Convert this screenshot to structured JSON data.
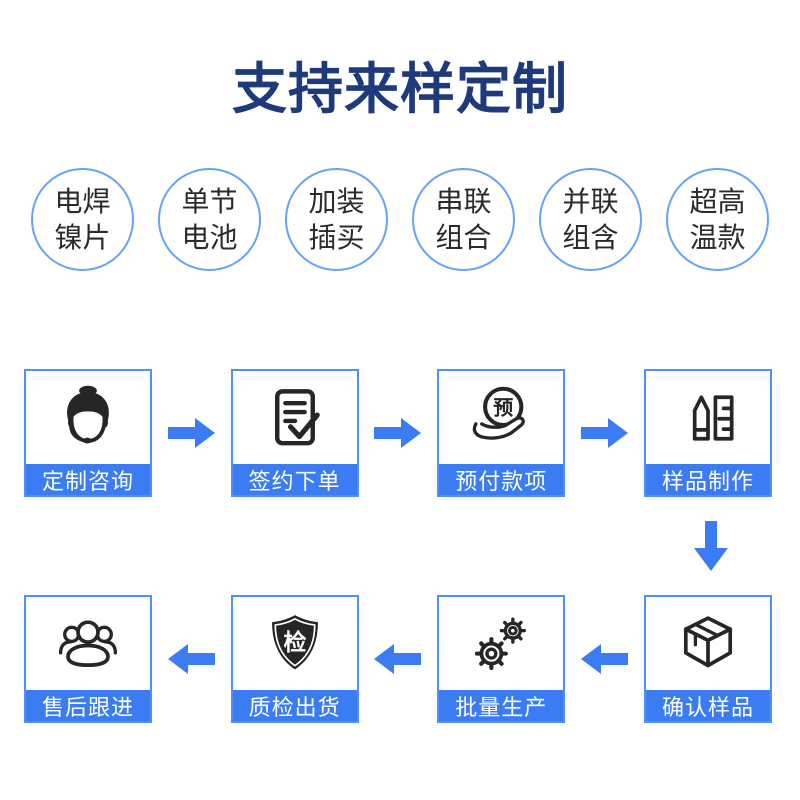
{
  "title": "支持来样定制",
  "colors": {
    "accent": "#3b7cf2",
    "title_ink": "#1f3a7a",
    "circle_border": "#66a3f8",
    "box_border": "#4f90f6",
    "icon_ink": "#262626"
  },
  "options": [
    {
      "line1": "电焊",
      "line2": "镍片"
    },
    {
      "line1": "单节",
      "line2": "电池"
    },
    {
      "line1": "加装",
      "line2": "插买"
    },
    {
      "line1": "串联",
      "line2": "组合"
    },
    {
      "line1": "并联",
      "line2": "组含"
    },
    {
      "line1": "超高",
      "line2": "温款"
    }
  ],
  "process": {
    "row1": [
      {
        "label": "定制咨询",
        "icon": "customer-service-icon"
      },
      {
        "label": "签约下单",
        "icon": "contract-check-icon"
      },
      {
        "label": "预付款项",
        "icon": "prepayment-hand-coin-icon"
      },
      {
        "label": "样品制作",
        "icon": "pencil-ruler-icon"
      }
    ],
    "row2": [
      {
        "label": "售后跟进",
        "icon": "people-group-icon"
      },
      {
        "label": "质检出货",
        "icon": "shield-check-icon"
      },
      {
        "label": "批量生产",
        "icon": "gears-icon"
      },
      {
        "label": "确认样品",
        "icon": "package-box-icon"
      }
    ],
    "coin_char": "预",
    "shield_char": "检"
  }
}
